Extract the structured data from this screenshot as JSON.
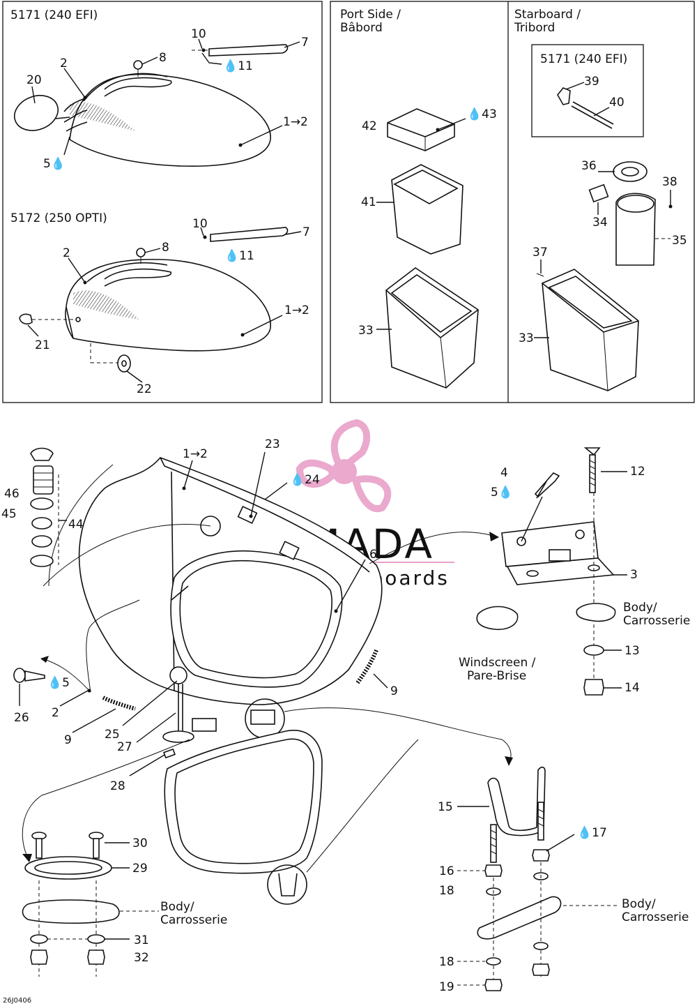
{
  "panels": {
    "top_left": {
      "title_a": "5171 (240 EFI)",
      "title_b": "5172 (250 OPTI)"
    },
    "top_right": {
      "port_side": "Port Side /",
      "port_side_fr": "Bâbord",
      "starboard": "Starboard /",
      "starboard_fr": "Tribord",
      "inset_title": "5171 (240 EFI)"
    }
  },
  "labels": {
    "body": "Body/",
    "carrosserie": "Carrosserie",
    "windscreen": "Windscreen /",
    "pare_brise": "Pare-Brise"
  },
  "parts": {
    "p1_2": "1→2",
    "p2": "2",
    "p3": "3",
    "p4": "4",
    "p5": "5",
    "p6": "6",
    "p7": "7",
    "p8": "8",
    "p9": "9",
    "p10": "10",
    "p11": "11",
    "p12": "12",
    "p13": "13",
    "p14": "14",
    "p15": "15",
    "p16": "16",
    "p17": "17",
    "p18": "18",
    "p19": "19",
    "p20": "20",
    "p21": "21",
    "p22": "22",
    "p23": "23",
    "p24": "24",
    "p25": "25",
    "p26": "26",
    "p27": "27",
    "p28": "28",
    "p29": "29",
    "p30": "30",
    "p31": "31",
    "p32": "32",
    "p33": "33",
    "p34": "34",
    "p35": "35",
    "p36": "36",
    "p37": "37",
    "p38": "38",
    "p39": "39",
    "p40": "40",
    "p41": "41",
    "p42": "42",
    "p43": "43",
    "p44": "44",
    "p45": "45",
    "p46": "46"
  },
  "watermark": {
    "brand": "ARMADA",
    "tagline": "marine outboards",
    "color": "#e8a0c8"
  },
  "drawing_code": "26J0406"
}
